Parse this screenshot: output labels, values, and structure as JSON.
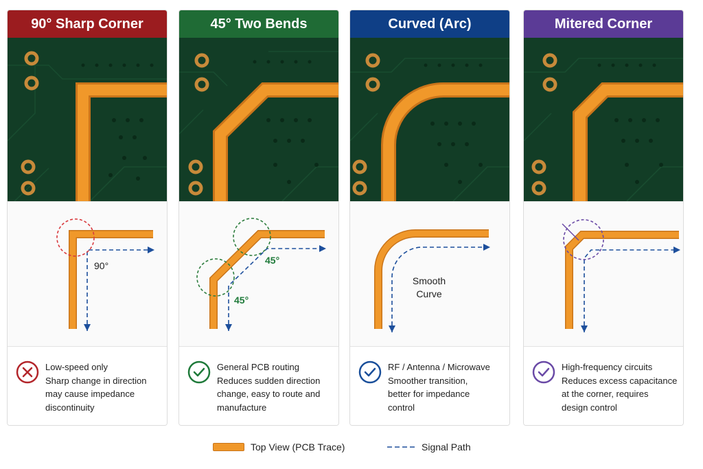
{
  "panels": [
    {
      "title": "90° Sharp Corner",
      "color": "#9b1c1f",
      "corner_style": "sharp-90",
      "angle_labels": [
        "90°"
      ],
      "icon": "x-circle-icon",
      "icon_color": "#b3262b",
      "lines": [
        "Low-speed only",
        "Sharp change in direction",
        "may cause impedance",
        "discontinuity"
      ]
    },
    {
      "title": "45° Two Bends",
      "color": "#1f6b35",
      "corner_style": "two-45-bends",
      "angle_labels": [
        "45°",
        "45°"
      ],
      "icon": "check-circle-icon",
      "icon_color": "#1f7a3a",
      "lines": [
        "General PCB routing",
        "Reduces sudden direction",
        "change, easy to route and",
        "manufacture"
      ]
    },
    {
      "title": "Curved (Arc)",
      "color": "#0f3f86",
      "corner_style": "arc",
      "angle_labels": [
        "Smooth",
        "Curve"
      ],
      "icon": "check-circle-icon",
      "icon_color": "#1a4f9a",
      "lines": [
        "RF / Antenna / Microwave",
        "Smoother transition,",
        "better for impedance",
        "control"
      ]
    },
    {
      "title": "Mitered Corner",
      "color": "#5b3b96",
      "corner_style": "mitered",
      "angle_labels": [],
      "icon": "check-circle-icon",
      "icon_color": "#6a4aa6",
      "lines": [
        "High-frequency circuits",
        "Reduces excess capacitance",
        "at the corner, requires",
        "design control"
      ]
    }
  ],
  "legend": {
    "trace_label": "Top View (PCB Trace)",
    "signal_label": "Signal Path"
  },
  "colors": {
    "trace": "#f0982a",
    "trace_edge": "#c9741a",
    "signal": "#1d4f9c",
    "pcb": "#123d26"
  }
}
